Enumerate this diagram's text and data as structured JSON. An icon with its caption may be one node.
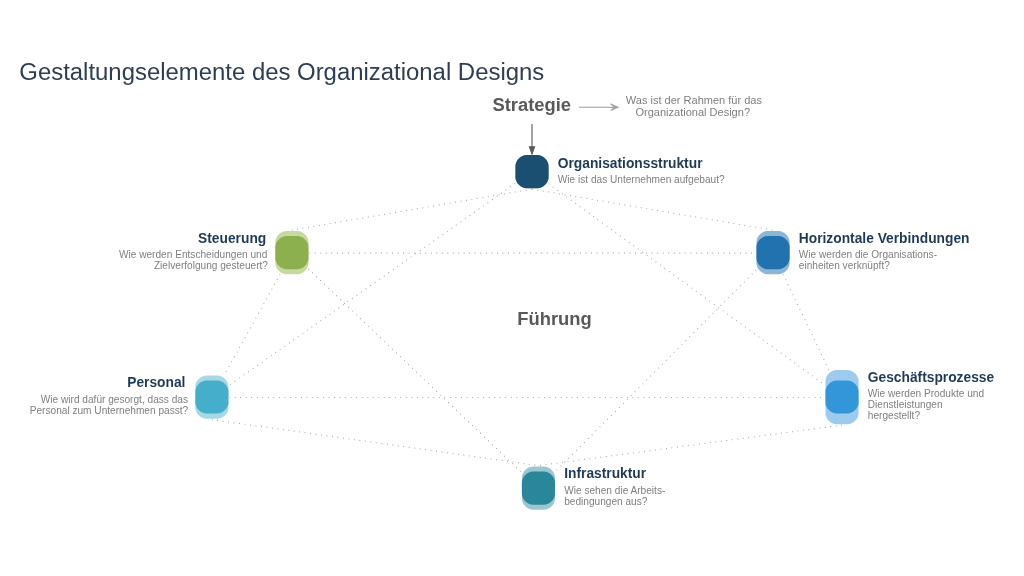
{
  "diagram": {
    "title": "Gestaltungselemente des Organizational Designs",
    "nodes": [
      {
        "text": [
          "Strategie"
        ]
      },
      {
        "text": [
          "Was ist der Rahmen für das Organizational Design?"
        ]
      },
      {
        "text": [
          "Organisationsstruktur",
          "Wie ist das Unternehmen aufgebaut?"
        ]
      },
      {
        "text": [
          "Steuerung",
          "Wie werden Entscheidungen und Zielverfolgung gesteuert?"
        ]
      },
      {
        "text": [
          "Horizontale Verbindungen",
          "Wie werden die Organisations- einheiten verknüpft?"
        ]
      },
      {
        "text": [
          "Personal",
          "Wie wird dafür gesorgt, dass das Personal zum Unternehmen passt?"
        ]
      },
      {
        "text": [
          "Geschäftsprozesse",
          "Wie werden Produkte und Dienstleistungen hergestellt?"
        ]
      },
      {
        "text": [
          "Infrastruktur",
          "Wie sehen die Arbeits- bedingungen aus?"
        ]
      }
    ],
    "edges": [
      {
        "from": 0,
        "to": 1,
        "arrow": "to"
      },
      {
        "from": 0,
        "to": 2,
        "arrow": "to",
        "color": "#595959"
      },
      {
        "from": 2,
        "to": 3,
        "arrow": "none",
        "style": "dashed"
      },
      {
        "from": 2,
        "to": 4,
        "arrow": "none",
        "style": "dashed"
      },
      {
        "from": 3,
        "to": 5,
        "arrow": "none",
        "style": "dashed"
      },
      {
        "from": 4,
        "to": 6,
        "arrow": "none",
        "style": "dashed"
      },
      {
        "from": 5,
        "to": 7,
        "arrow": "none",
        "style": "dashed"
      },
      {
        "from": 6,
        "to": 7,
        "arrow": "none",
        "style": "dashed"
      },
      {
        "from": 2,
        "to": 5,
        "arrow": "none",
        "style": "dashed"
      },
      {
        "from": 2,
        "to": 6,
        "arrow": "none",
        "style": "dashed"
      },
      {
        "from": 3,
        "to": 4,
        "arrow": "none",
        "style": "dashed"
      },
      {
        "from": 5,
        "to": 6,
        "arrow": "none",
        "style": "dashed"
      },
      {
        "from": 3,
        "to": 7,
        "arrow": "none",
        "style": "dashed"
      },
      {
        "from": 4,
        "to": 7,
        "arrow": "none",
        "style": "dashed"
      }
    ],
    "labels": [
      "Führung"
    ]
  }
}
